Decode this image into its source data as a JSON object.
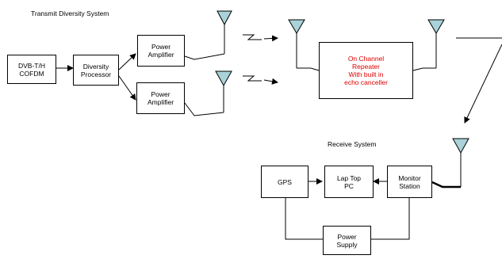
{
  "labels": {
    "transmit_title": "Transmit Diversity System",
    "receive_title": "Receive System"
  },
  "blocks": {
    "dvb": "DVB-T/H\nCOFDM",
    "diversity": "Diversity\nProcessor",
    "pa1": "Power\nAmplifier",
    "pa2": "Power\nAmplifier",
    "repeater": "On Channel\nRepeater\nWith built in\necho canceller",
    "gps": "GPS",
    "laptop": "Lap Top\nPC",
    "monitor": "Monitor\nStation",
    "power_supply": "Power\nSupply"
  },
  "colors": {
    "antenna_fill": "#a9d3d8",
    "repeater_text": "#e00000"
  }
}
